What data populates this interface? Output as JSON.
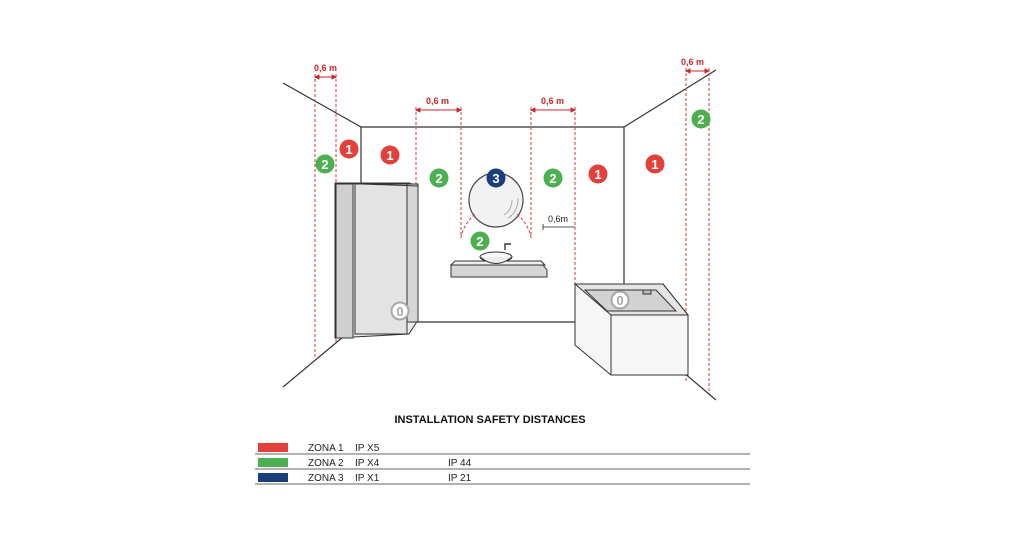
{
  "colors": {
    "zone1": "#e2413b",
    "zone2": "#4caf50",
    "zone3": "#1a3d7c",
    "zone0": "#aaaaaa",
    "dim": "#c8262b",
    "line": "#333333"
  },
  "dimensions": {
    "left_corner": "0,6 m",
    "right_corner": "0,6 m",
    "mirror_left": "0,6 m",
    "mirror_right": "0,6 m",
    "sink": "0,6m"
  },
  "zones": {
    "one": "1",
    "two": "2",
    "three": "3",
    "zero": "0"
  },
  "legend": {
    "title": "INSTALLATION SAFETY DISTANCES",
    "rows": [
      {
        "zone": "ZONA 1",
        "ip": "IP X5",
        "ip_alt": ""
      },
      {
        "zone": "ZONA 2",
        "ip": "IP X4",
        "ip_alt": "IP 44"
      },
      {
        "zone": "ZONA 3",
        "ip": "IP X1",
        "ip_alt": "IP 21"
      }
    ]
  }
}
